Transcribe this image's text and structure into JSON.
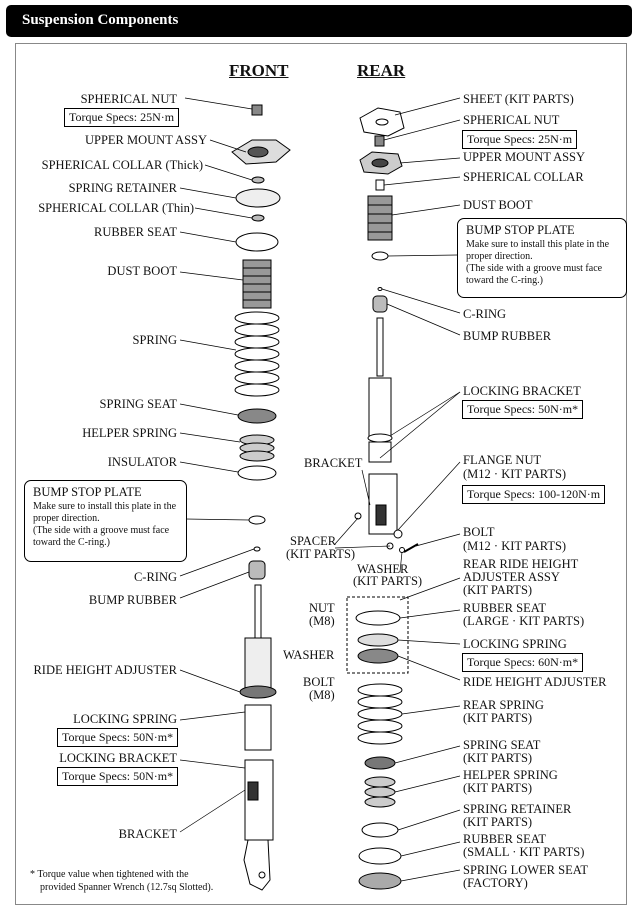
{
  "header": {
    "title": "Suspension Components"
  },
  "columns": {
    "front": "FRONT",
    "rear": "REAR"
  },
  "front": {
    "spherical_nut": "SPHERICAL NUT",
    "spherical_nut_torque": "Torque Specs: 25N·m",
    "upper_mount": "UPPER MOUNT ASSY",
    "collar_thick": "SPHERICAL COLLAR (Thick)",
    "spring_retainer": "SPRING RETAINER",
    "collar_thin": "SPHERICAL COLLAR (Thin)",
    "rubber_seat": "RUBBER SEAT",
    "dust_boot": "DUST BOOT",
    "spring": "SPRING",
    "spring_seat": "SPRING SEAT",
    "helper_spring": "HELPER SPRING",
    "insulator": "INSULATOR",
    "bump_stop_plate": {
      "title": "BUMP STOP PLATE",
      "body": "Make sure to install this plate in the\nproper direction.\n(The side with a groove must face\ntoward the C-ring.)"
    },
    "c_ring": "C-RING",
    "bump_rubber": "BUMP RUBBER",
    "ride_height_adjuster": "RIDE HEIGHT ADJUSTER",
    "locking_spring": "LOCKING SPRING",
    "locking_spring_torque": "Torque Specs: 50N·m*",
    "locking_bracket": "LOCKING BRACKET",
    "locking_bracket_torque": "Torque Specs: 50N·m*",
    "bracket": "BRACKET"
  },
  "rear": {
    "sheet": "SHEET (KIT PARTS)",
    "spherical_nut": "SPHERICAL NUT",
    "spherical_nut_torque": "Torque Specs: 25N·m",
    "upper_mount": "UPPER MOUNT ASSY",
    "spherical_collar": "SPHERICAL COLLAR",
    "dust_boot": "DUST BOOT",
    "bump_stop_plate": {
      "title": "BUMP STOP PLATE",
      "body": "Make sure to install this plate in the\nproper direction.\n(The side with a groove must face\ntoward the C-ring.)"
    },
    "c_ring": "C-RING",
    "bump_rubber": "BUMP RUBBER",
    "locking_bracket": "LOCKING BRACKET",
    "locking_bracket_torque": "Torque Specs: 50N·m*",
    "bracket": "BRACKET",
    "flange_nut": "FLANGE NUT",
    "flange_nut_sub": "(M12 · KIT PARTS)",
    "flange_nut_torque": "Torque Specs: 100-120N·m",
    "spacer": "SPACER",
    "spacer_sub": "(KIT PARTS)",
    "bolt": "BOLT",
    "bolt_sub": "(M12 · KIT PARTS)",
    "washer_kit": "WASHER",
    "washer_kit_sub": "(KIT PARTS)",
    "rear_ride_height": "REAR RIDE HEIGHT",
    "rear_ride_height_2": "ADJUSTER ASSY",
    "rear_ride_height_3": "(KIT PARTS)",
    "nut": "NUT",
    "nut_sub": "(M8)",
    "rubber_seat_large": "RUBBER SEAT",
    "rubber_seat_large_sub": "(LARGE · KIT PARTS)",
    "washer": "WASHER",
    "locking_spring": "LOCKING SPRING",
    "locking_spring_torque": "Torque Specs: 60N·m*",
    "bolt_m8": "BOLT",
    "bolt_m8_sub": "(M8)",
    "ride_height_adjuster": "RIDE HEIGHT ADJUSTER",
    "rear_spring": "REAR SPRING",
    "rear_spring_sub": "(KIT PARTS)",
    "spring_seat": "SPRING SEAT",
    "spring_seat_sub": "(KIT PARTS)",
    "helper_spring": "HELPER SPRING",
    "helper_spring_sub": "(KIT PARTS)",
    "spring_retainer": "SPRING RETAINER",
    "spring_retainer_sub": "(KIT PARTS)",
    "rubber_seat_small": "RUBBER SEAT",
    "rubber_seat_small_sub": "(SMALL · KIT PARTS)",
    "spring_lower_seat": "SPRING LOWER SEAT",
    "spring_lower_seat_sub": "(FACTORY)"
  },
  "footnote": {
    "line1": "* Torque value when tightened with the",
    "line2": "provided Spanner Wrench (12.7sq Slotted)."
  }
}
